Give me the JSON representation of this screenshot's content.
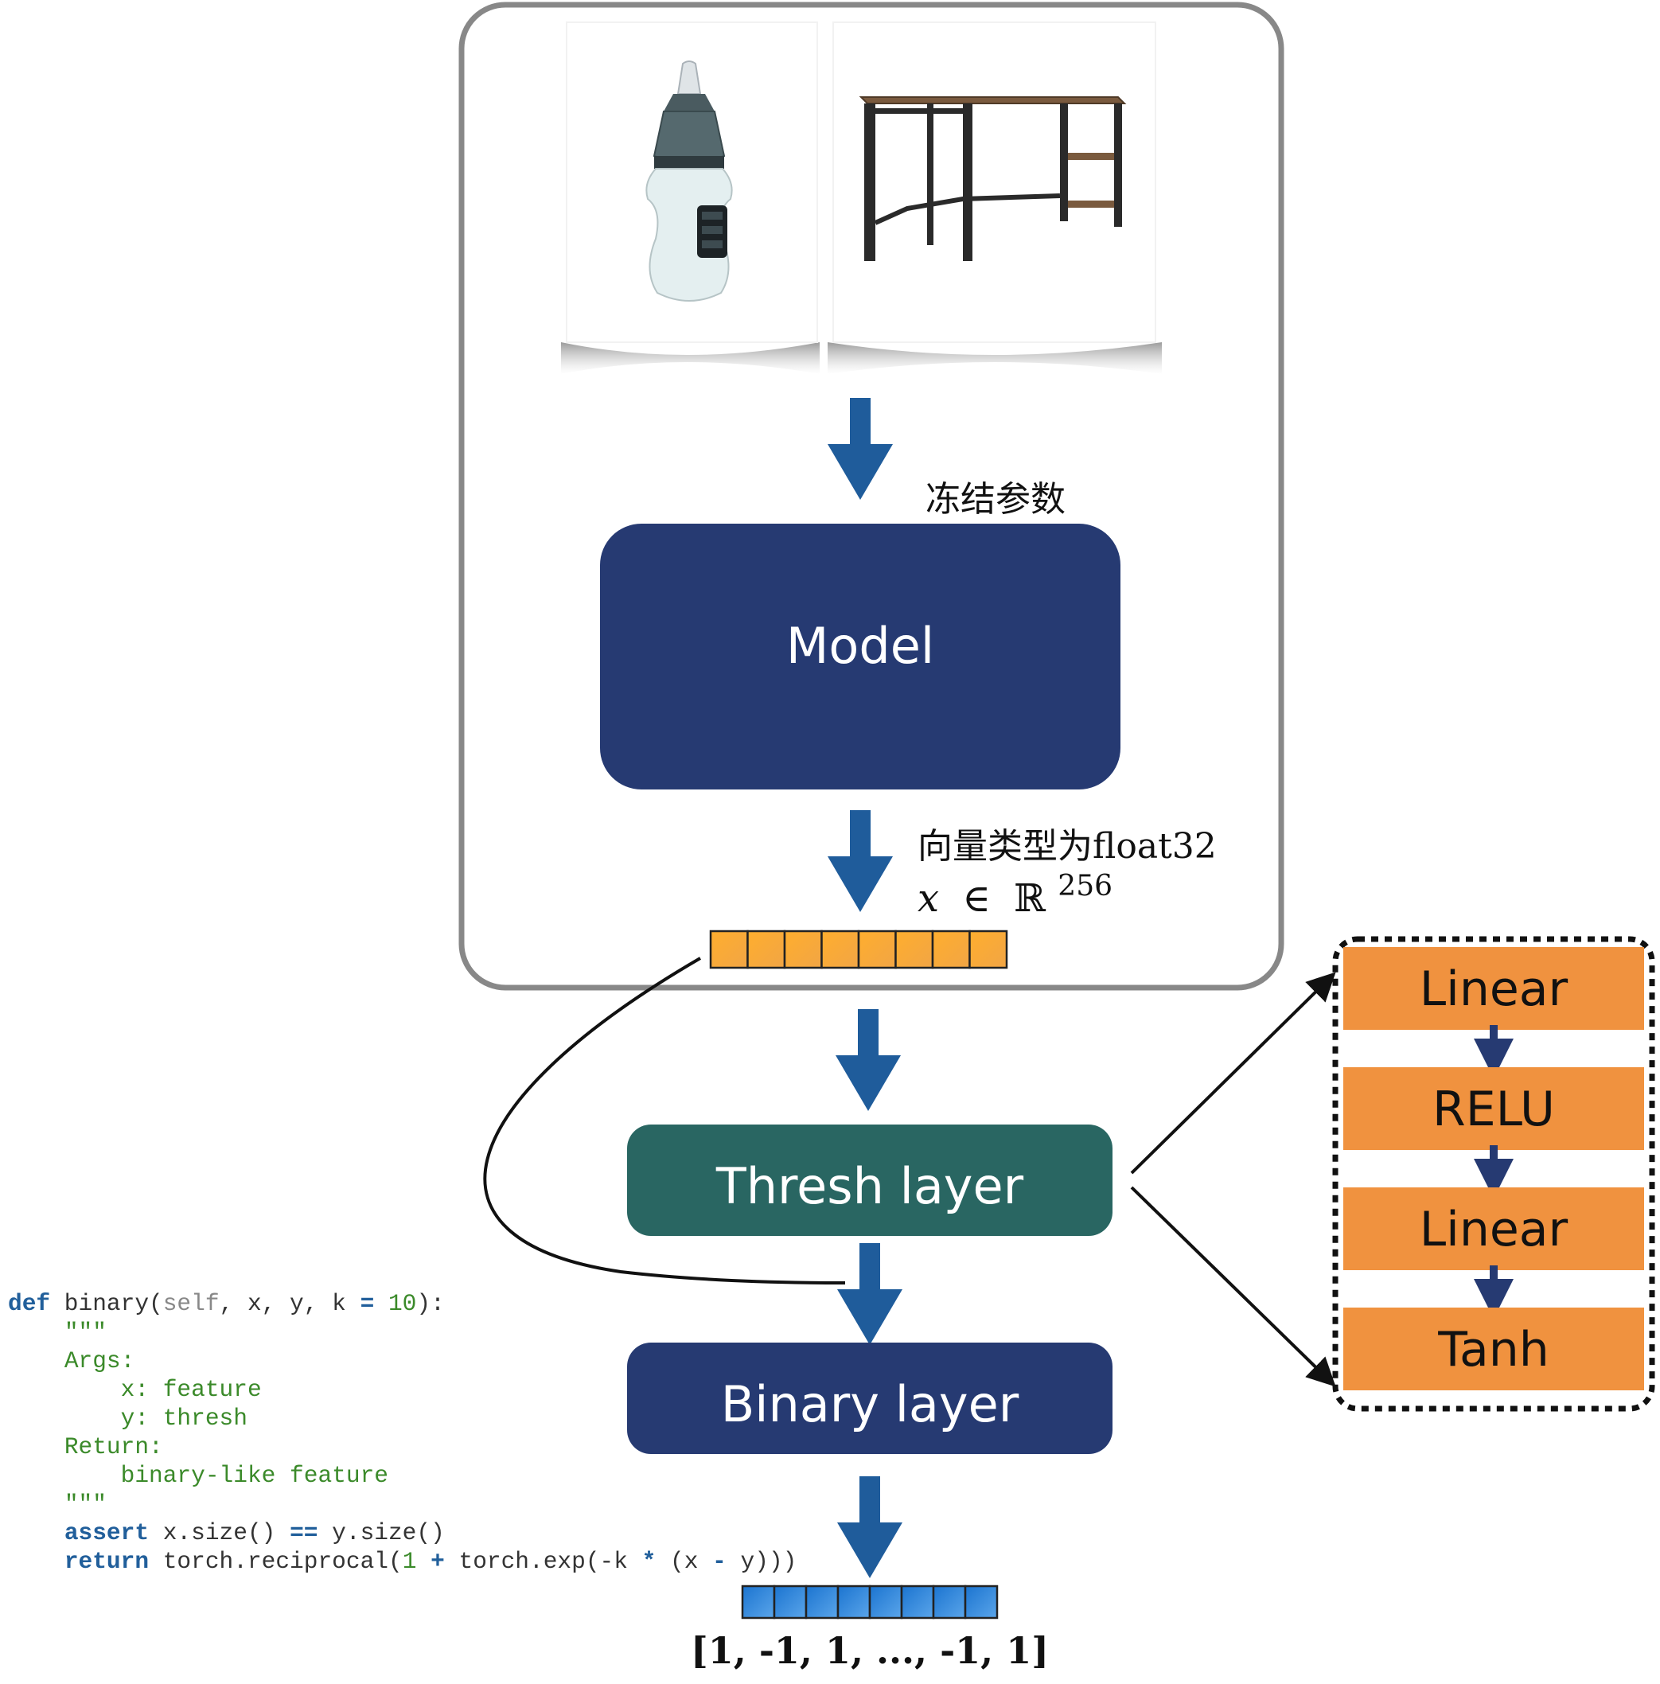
{
  "labels": {
    "freeze_params": "冻结参数",
    "model": "Model",
    "vector_type": "向量类型为float32",
    "vector_x": "x",
    "vector_in": "∈",
    "vector_R": "ℝ",
    "vector_dim": "256",
    "thresh_layer": "Thresh layer",
    "binary_layer": "Binary layer",
    "binary_output": "[1, -1, 1, ..., -1, 1]"
  },
  "thresh_detail": {
    "blocks": [
      "Linear",
      "RELU",
      "Linear",
      "Tanh"
    ]
  },
  "vectors": {
    "float_cells": 8,
    "binary_cells": 8
  },
  "code": {
    "kw_def": "def",
    "func_name": " binary(",
    "param_self": "self",
    "params_rest": ", x, y, k ",
    "op_eq": "=",
    "default_k": "10",
    "sig_end": "):",
    "docstring_open": "\"\"\"",
    "args_header": "Args:",
    "arg_x": "x: feature",
    "arg_y": "y: thresh",
    "return_header": "Return:",
    "return_desc": "binary-like feature",
    "docstring_close": "\"\"\"",
    "kw_assert": "assert",
    "assert_lhs": " x.size() ",
    "op_eqeq": "==",
    "assert_rhs": " y.size()",
    "kw_return": "return",
    "ret_a": " torch.reciprocal(",
    "ret_one": "1",
    "op_plus": "+",
    "ret_b": " torch.exp(",
    "ret_minus_k": "-k",
    "op_mul": "*",
    "ret_c": " (x ",
    "op_minus": "-",
    "ret_d": " y)))"
  },
  "colors": {
    "navy": "#263a72",
    "teal": "#296662",
    "orange": "#f0923f",
    "arrow_blue": "#1f5c9b",
    "frame": "#888888"
  },
  "icons": [
    "nasal-aspirator-image",
    "l-shaped-desk-image"
  ]
}
